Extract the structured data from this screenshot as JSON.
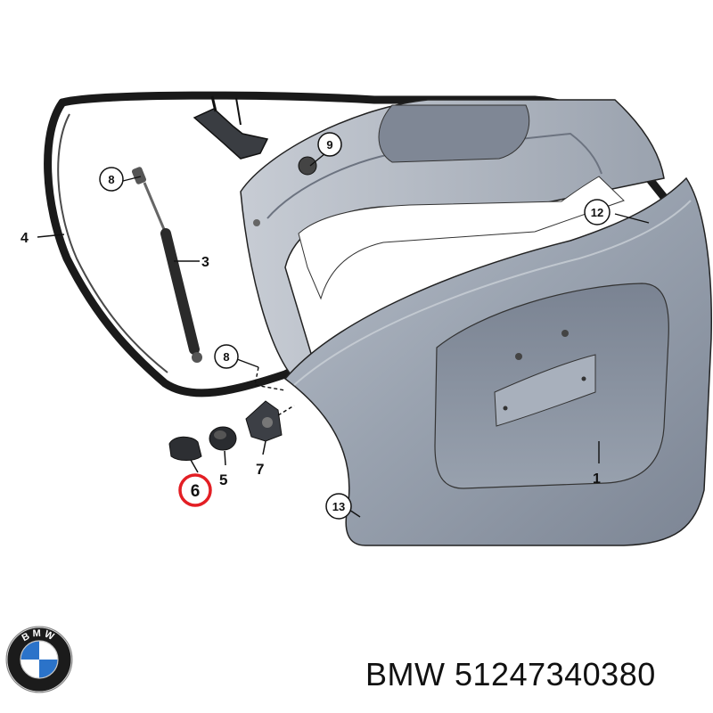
{
  "diagram": {
    "parts": [
      {
        "id": "1",
        "circled": false
      },
      {
        "id": "3",
        "circled": false
      },
      {
        "id": "4",
        "circled": false
      },
      {
        "id": "5",
        "circled": false
      },
      {
        "id": "6",
        "circled": false,
        "highlighted": true
      },
      {
        "id": "7",
        "circled": false
      },
      {
        "id": "8",
        "circled": true
      },
      {
        "id": "8",
        "circled": true
      },
      {
        "id": "9",
        "circled": true
      },
      {
        "id": "12",
        "circled": true
      },
      {
        "id": "13",
        "circled": true
      }
    ],
    "highlight_color": "#e31e24",
    "panel_color": "#8c96a5",
    "seal_color": "#1a1a1a"
  },
  "brand": {
    "logo_text": "BMW",
    "name": "BMW",
    "part_number": "51247340380"
  }
}
